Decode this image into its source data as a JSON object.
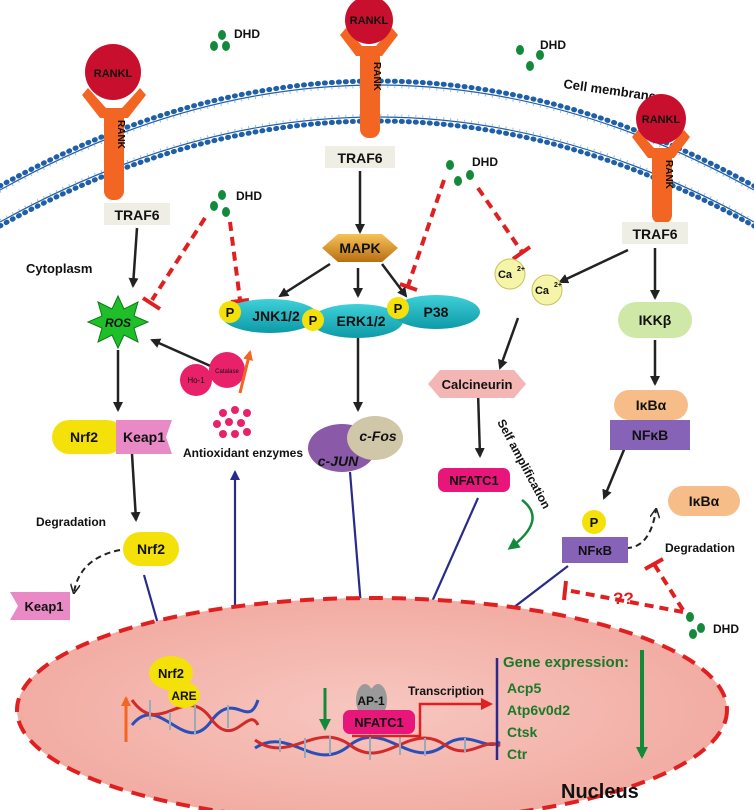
{
  "labels": {
    "rankl": "RANKL",
    "rank": "RANK",
    "traf6": "TRAF6",
    "dhd": "DHD",
    "cell_membrane": "Cell membrane",
    "cytoplasm": "Cytoplasm",
    "nucleus": "Nucleus",
    "ros": "ROS",
    "nrf2": "Nrf2",
    "keap1": "Keap1",
    "degradation": "Degradation",
    "antioxidant_enzymes": "Antioxidant enzymes",
    "ho1": "Ho-1",
    "catalase": "Catalase",
    "mapk": "MAPK",
    "jnk": "JNK1/2",
    "erk": "ERK1/2",
    "p38": "P38",
    "p": "P",
    "cfos": "c-Fos",
    "cjun": "c-JUN",
    "ca": "Ca",
    "ca_sup": "2+",
    "calcineurin": "Calcineurin",
    "nfatc1": "NFATC1",
    "self_amplification": "Self amplification",
    "ikkb": "IKKβ",
    "ikba": "IκBα",
    "nfkb": "NFκB",
    "qq": "??",
    "are": "ARE",
    "ap1": "AP-1",
    "transcription": "Transcription",
    "gene_expression": "Gene expression:",
    "genes": [
      "Acp5",
      "Atp6v0d2",
      "Ctsk",
      "Ctr"
    ]
  },
  "colors": {
    "membrane": "#1f5fa8",
    "rankl": "#c8102e",
    "rank": "#f26522",
    "inhibit": "#e02020",
    "dhd": "#138a3a",
    "path_arrow": "#222222",
    "nucleus_arrow": "#2a2a8a",
    "gene_text": "#1a7a2a"
  }
}
